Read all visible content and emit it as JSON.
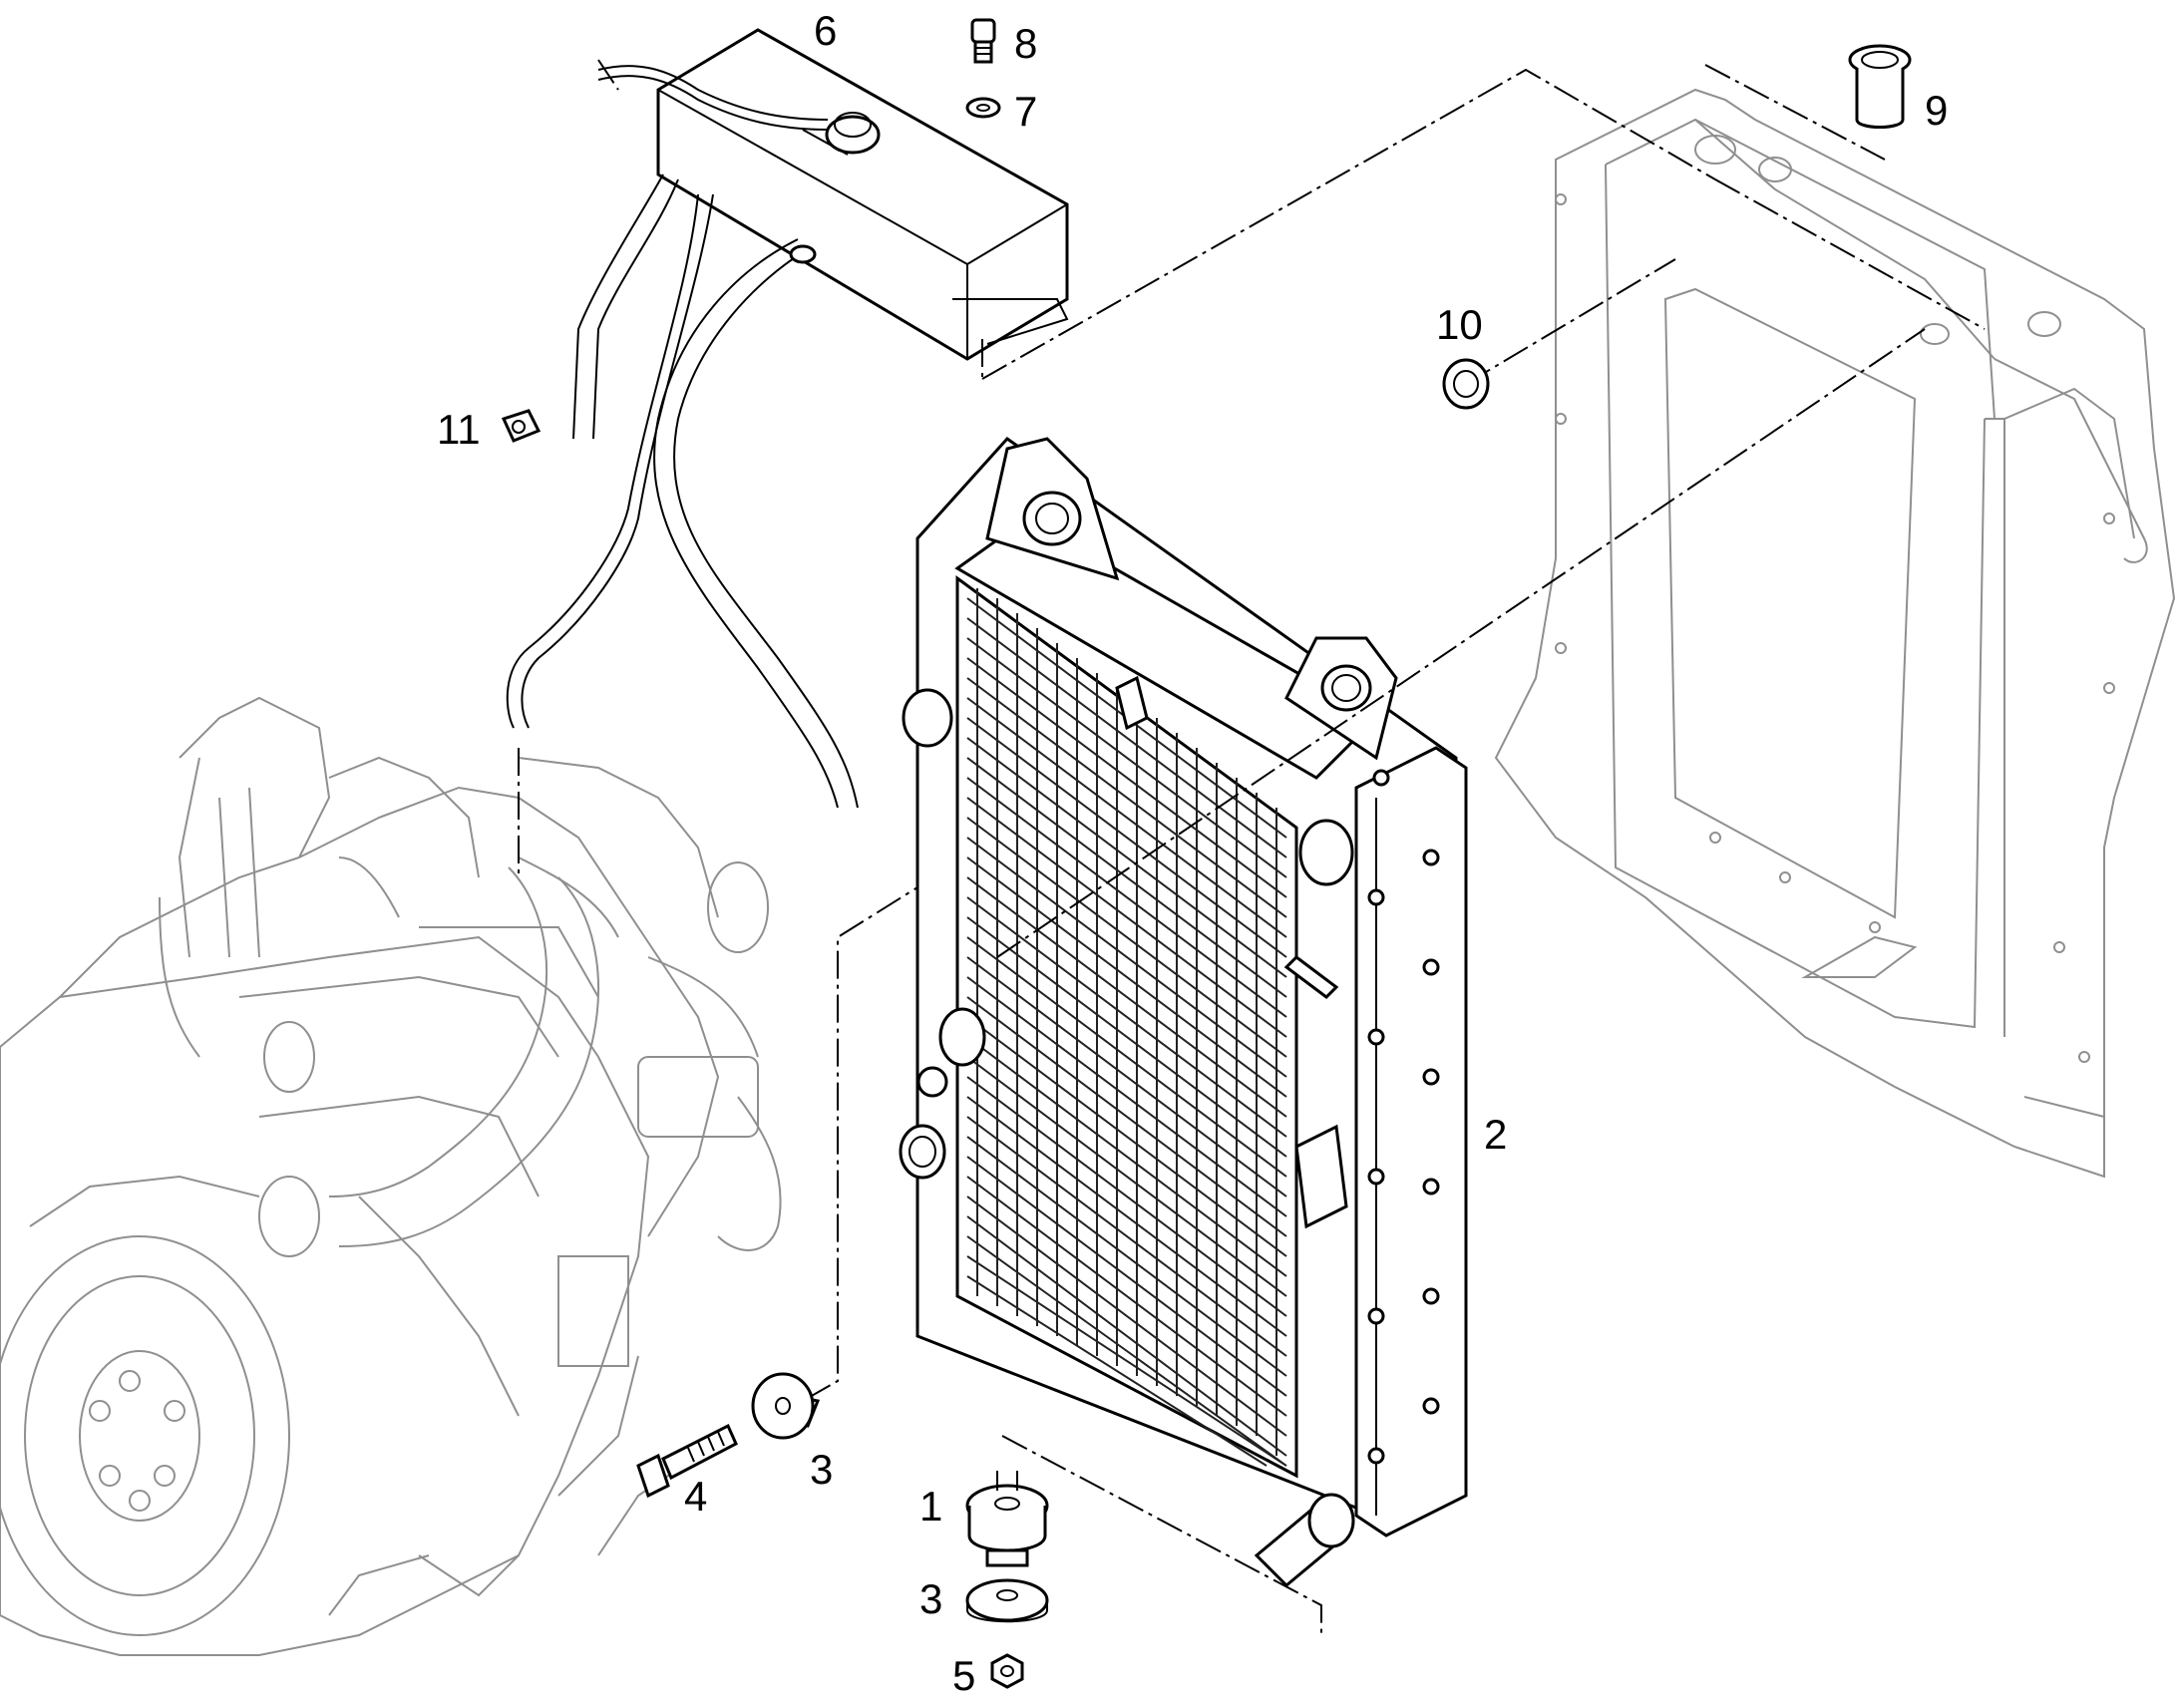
{
  "callouts": [
    {
      "id": "1",
      "text": "1"
    },
    {
      "id": "2",
      "text": "2"
    },
    {
      "id": "3a",
      "text": "3"
    },
    {
      "id": "3b",
      "text": "3"
    },
    {
      "id": "4",
      "text": "4"
    },
    {
      "id": "5",
      "text": "5"
    },
    {
      "id": "6",
      "text": "6"
    },
    {
      "id": "7",
      "text": "7"
    },
    {
      "id": "8",
      "text": "8"
    },
    {
      "id": "9",
      "text": "9"
    },
    {
      "id": "10",
      "text": "10"
    },
    {
      "id": "11",
      "text": "11"
    }
  ],
  "colors": {
    "line": "#000000",
    "ghost": "#8f8f8f",
    "background": "#ffffff"
  }
}
